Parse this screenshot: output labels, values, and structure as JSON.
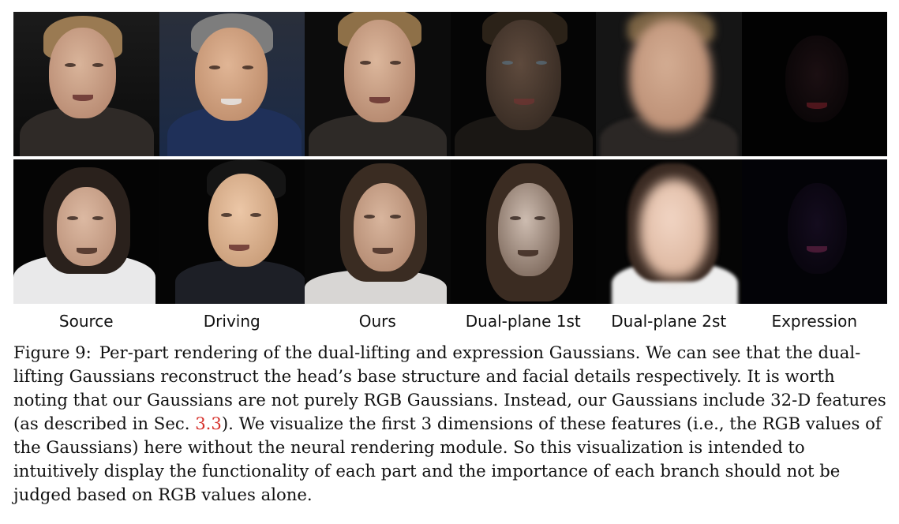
{
  "figure": {
    "columns": [
      "Source",
      "Driving",
      "Ours",
      "Dual-plane 1st",
      "Dual-plane 2st",
      "Expression"
    ],
    "rows": 2,
    "caption": {
      "figure_label": "Figure 9:",
      "text_before_ref": "Per-part rendering of the dual-lifting and expression Gaussians. We can see that the dual-lifting Gaussians reconstruct the head’s base structure and facial details respectively. It is worth noting that our Gaussians are not purely RGB Gaussians. Instead, our Gaussians include 32-D features (as described in Sec. ",
      "ref": "3.3",
      "text_after_ref": "). We visualize the first 3 dimensions of these features (i.e., the RGB values of the Gaussians) here without the neural rendering module. So this visualization is intended to intuitively display the functionality of each part and the importance of each branch should not be judged based on RGB values alone."
    },
    "colors": {
      "reference_link": "#d6312b",
      "text": "#111111"
    }
  }
}
